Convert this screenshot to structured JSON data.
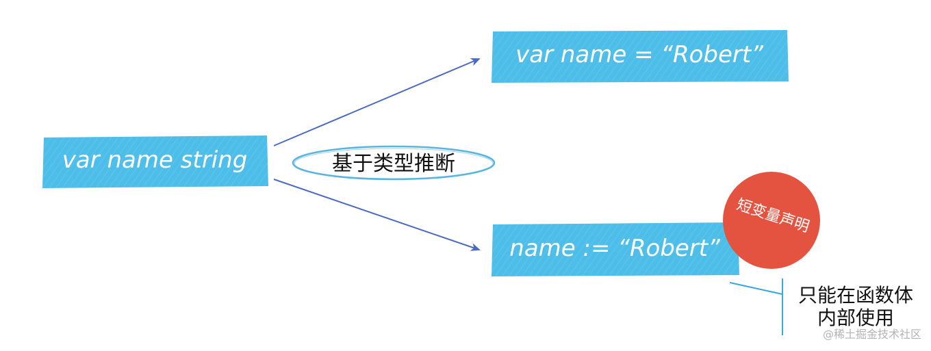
{
  "nodes": {
    "source": {
      "text": "var name string"
    },
    "explicit": {
      "text": "var name = “Robert”"
    },
    "short": {
      "text": "name := “Robert”"
    }
  },
  "edge_label": "基于类型推断",
  "badge": "短变量声明",
  "note": {
    "line1": "只能在函数体",
    "line2": "内部使用"
  },
  "watermark": "@稀土掘金技术社区",
  "colors": {
    "box": "#4dbde9",
    "arrow": "#4a6bbf",
    "badge": "#e4533f",
    "ellipse": "#5ab4e0",
    "note_line": "#35a9df"
  }
}
